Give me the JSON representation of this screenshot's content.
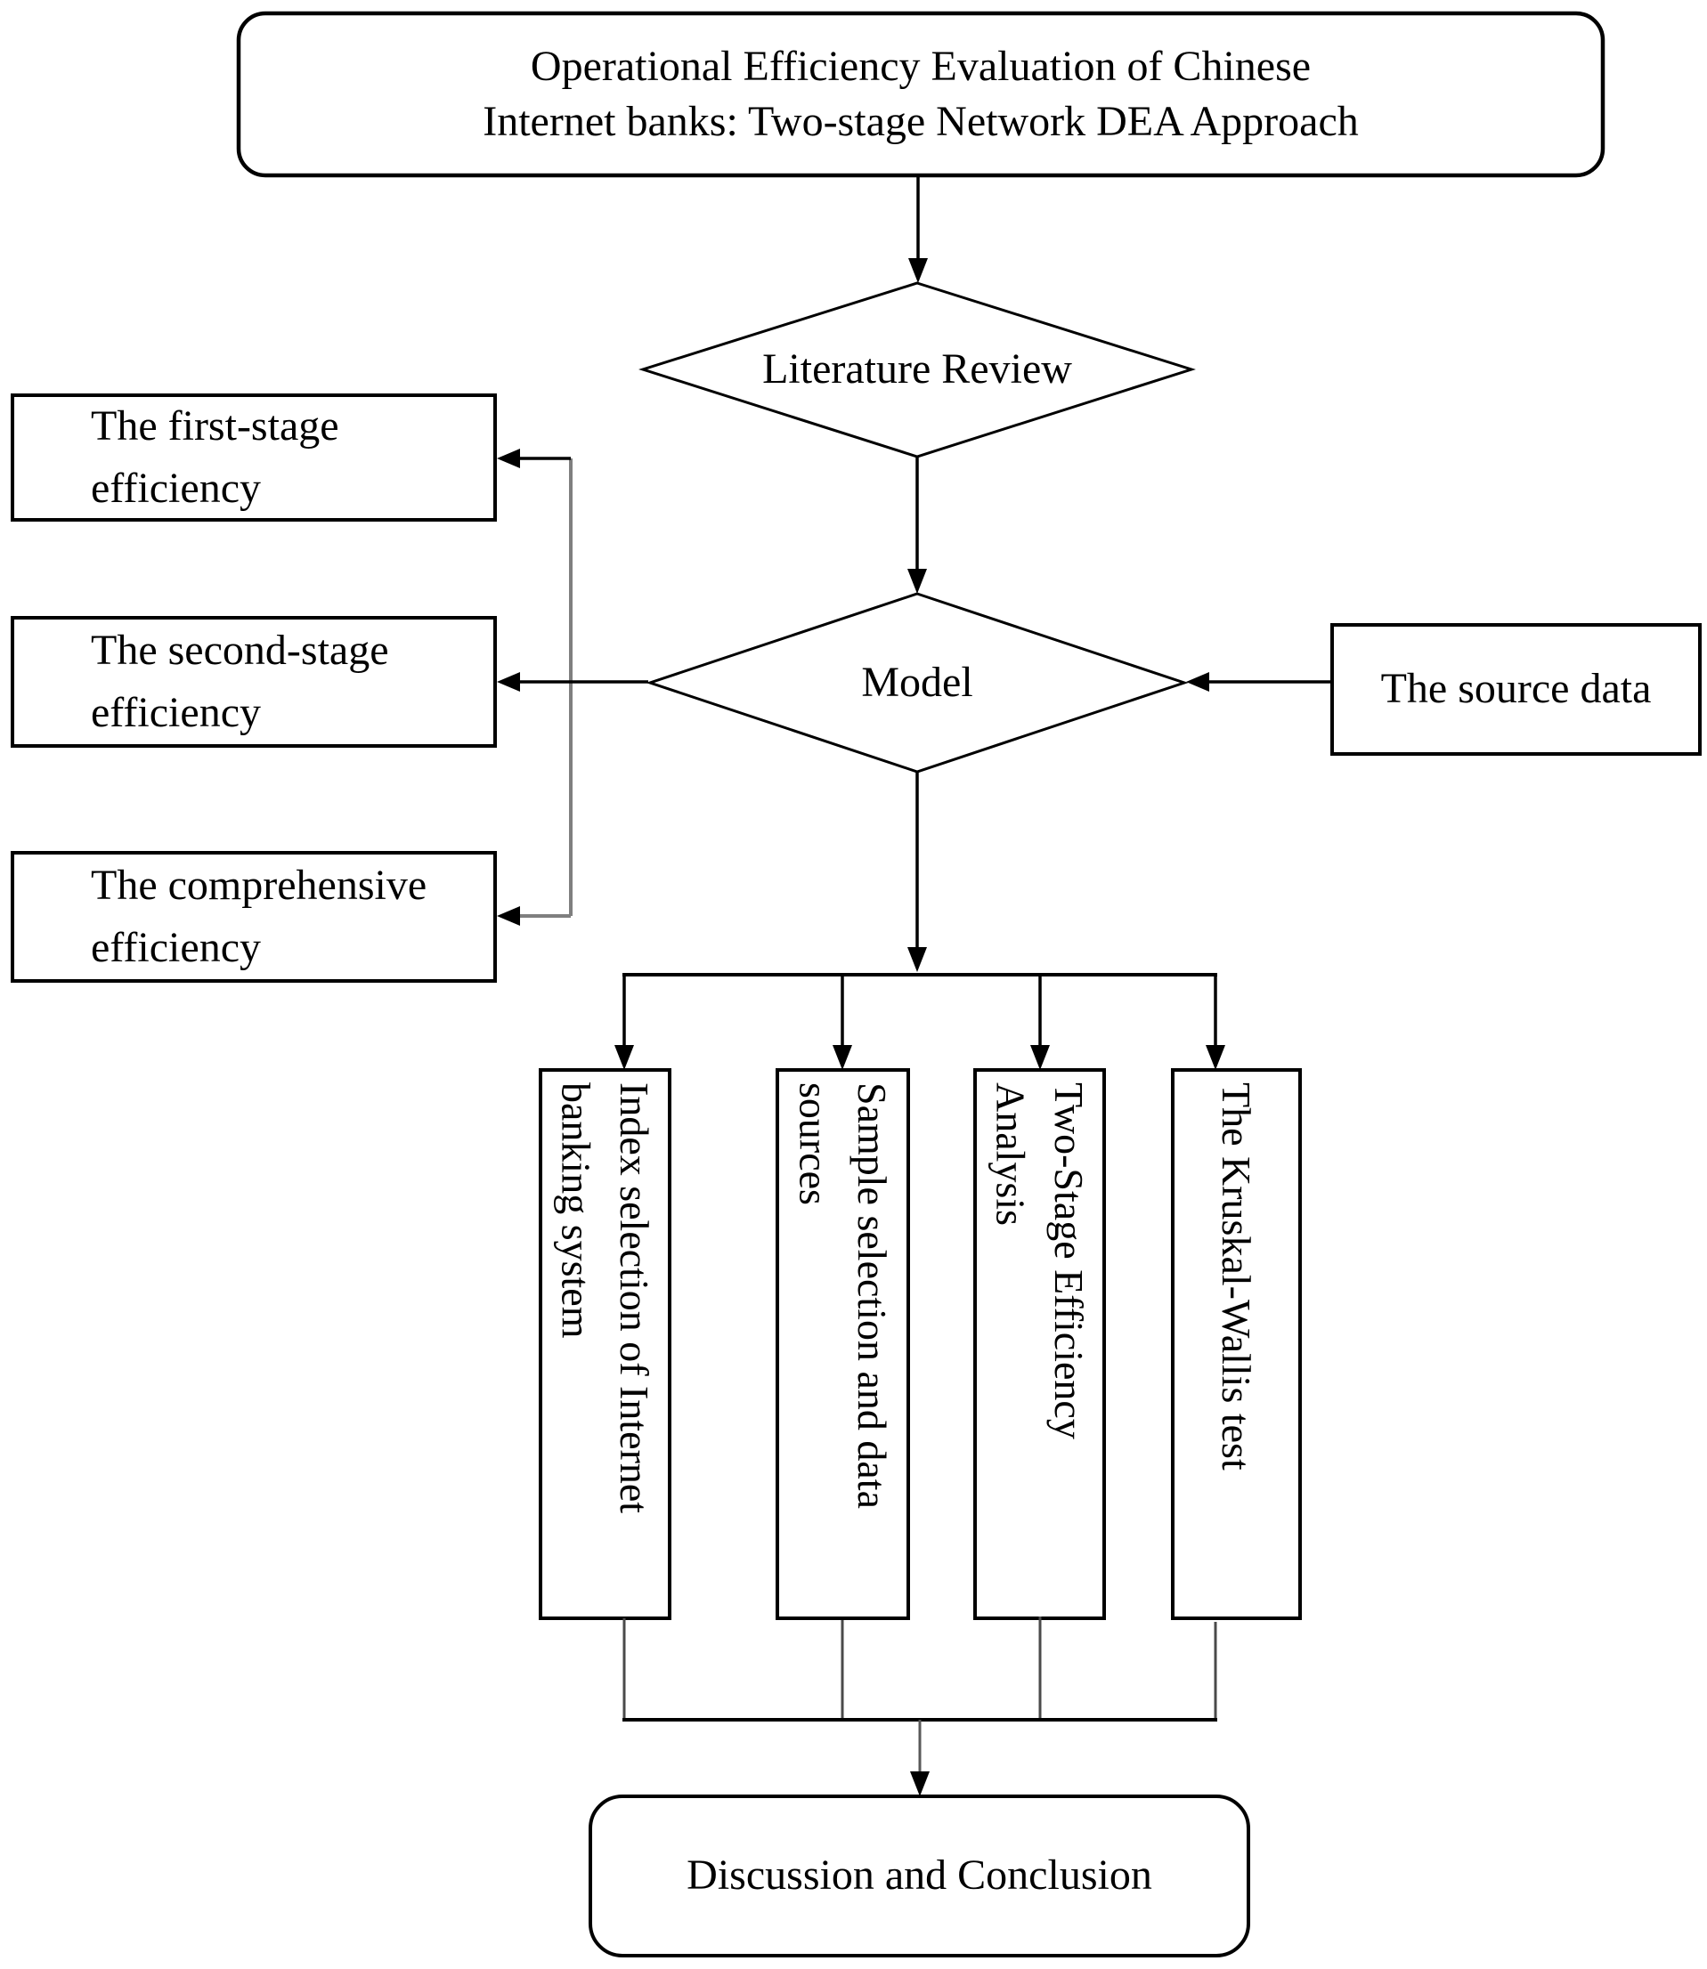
{
  "figure": {
    "background": "#ffffff",
    "line_color": "#000000",
    "connector_gray_color": "#7f7f7f",
    "nodes": {
      "title": {
        "lines": [
          "Operational Efficiency Evaluation of Chinese",
          "Internet banks: Two-stage Network DEA Approach"
        ]
      },
      "literature_review": {
        "label": "Literature Review"
      },
      "model": {
        "label": "Model"
      },
      "first_stage_efficiency": {
        "lines": [
          "The first-stage",
          "efficiency"
        ]
      },
      "second_stage_efficiency": {
        "lines": [
          "The second-stage",
          "efficiency"
        ]
      },
      "comprehensive_efficiency": {
        "lines": [
          "The comprehensive",
          "efficiency"
        ]
      },
      "source_data": {
        "label": "The source data"
      },
      "index_selection": {
        "lines": [
          "Index selection of Internet",
          "banking system"
        ]
      },
      "sample_selection": {
        "lines": [
          "Sample selection and data",
          "sources"
        ]
      },
      "two_stage_analysis": {
        "lines": [
          "Two-Stage Efficiency",
          "Analysis"
        ]
      },
      "kruskal_wallis": {
        "label": "The Kruskal-Wallis test"
      },
      "discussion": {
        "label": "Discussion and Conclusion"
      }
    }
  }
}
